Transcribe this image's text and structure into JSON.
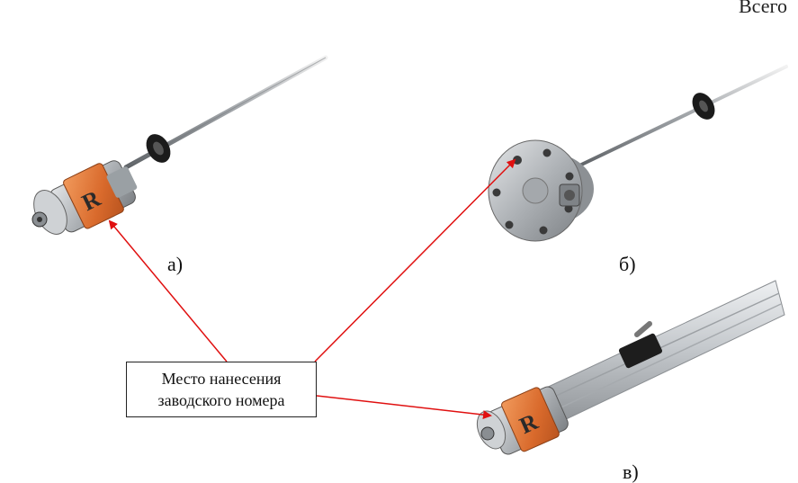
{
  "corner_text": "Всего",
  "figures": [
    {
      "id": "a",
      "label": "а)"
    },
    {
      "id": "b",
      "label": "б)"
    },
    {
      "id": "v",
      "label": "в)"
    }
  ],
  "callout": {
    "line1": "Место нанесения",
    "line2": "заводского номера"
  },
  "colors": {
    "arrow": "#e01010",
    "housing_orange": "#e2773a",
    "metal": "#b8bcc0"
  }
}
